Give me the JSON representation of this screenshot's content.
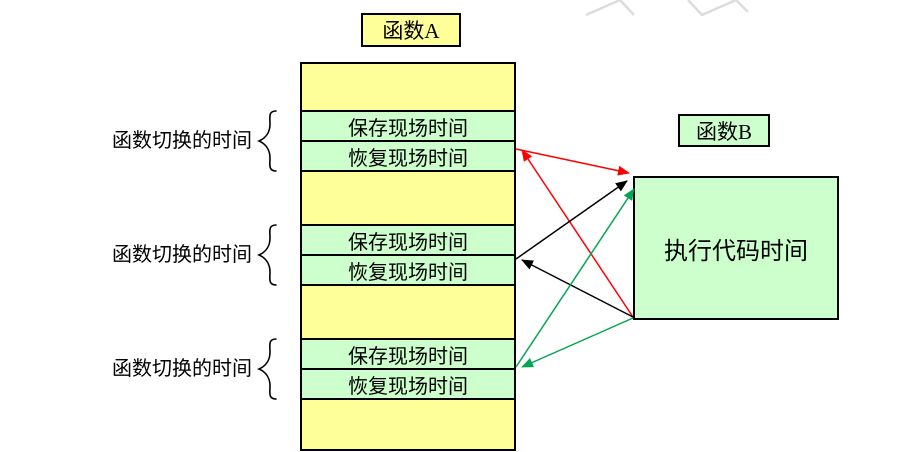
{
  "colors": {
    "yellow_fill": "#FFFF99",
    "green_fill": "#CCFFCC",
    "border": "#000000",
    "arrow_red": "#FF0000",
    "arrow_black": "#000000",
    "arrow_green": "#00A651",
    "watermark_gray": "#DCDCDC"
  },
  "function_a": {
    "title": "函数A",
    "switch_time_label": "函数切换的时间",
    "pairs": [
      {
        "save_label": "保存现场时间",
        "restore_label": "恢复现场时间"
      },
      {
        "save_label": "保存现场时间",
        "restore_label": "恢复现场时间"
      },
      {
        "save_label": "保存现场时间",
        "restore_label": "恢复现场时间"
      }
    ]
  },
  "function_b": {
    "title": "函数B",
    "body_label": "执行代码时间"
  },
  "arrows": [
    {
      "name": "switch-to-b-1",
      "color": "#FF0000",
      "from": "function-a-pair-1",
      "to": "function-b-top-left"
    },
    {
      "name": "return-to-a-1",
      "color": "#FF0000",
      "from": "function-b-bottom-left",
      "to": "function-a-pair-1"
    },
    {
      "name": "switch-to-b-2",
      "color": "#000000",
      "from": "function-a-pair-2",
      "to": "function-b-top-left"
    },
    {
      "name": "return-to-a-2",
      "color": "#000000",
      "from": "function-b-bottom-left",
      "to": "function-a-pair-2"
    },
    {
      "name": "switch-to-b-3",
      "color": "#00A651",
      "from": "function-a-pair-3",
      "to": "function-b-top-left"
    },
    {
      "name": "return-to-a-3",
      "color": "#00A651",
      "from": "function-b-bottom-left",
      "to": "function-a-pair-3"
    }
  ]
}
